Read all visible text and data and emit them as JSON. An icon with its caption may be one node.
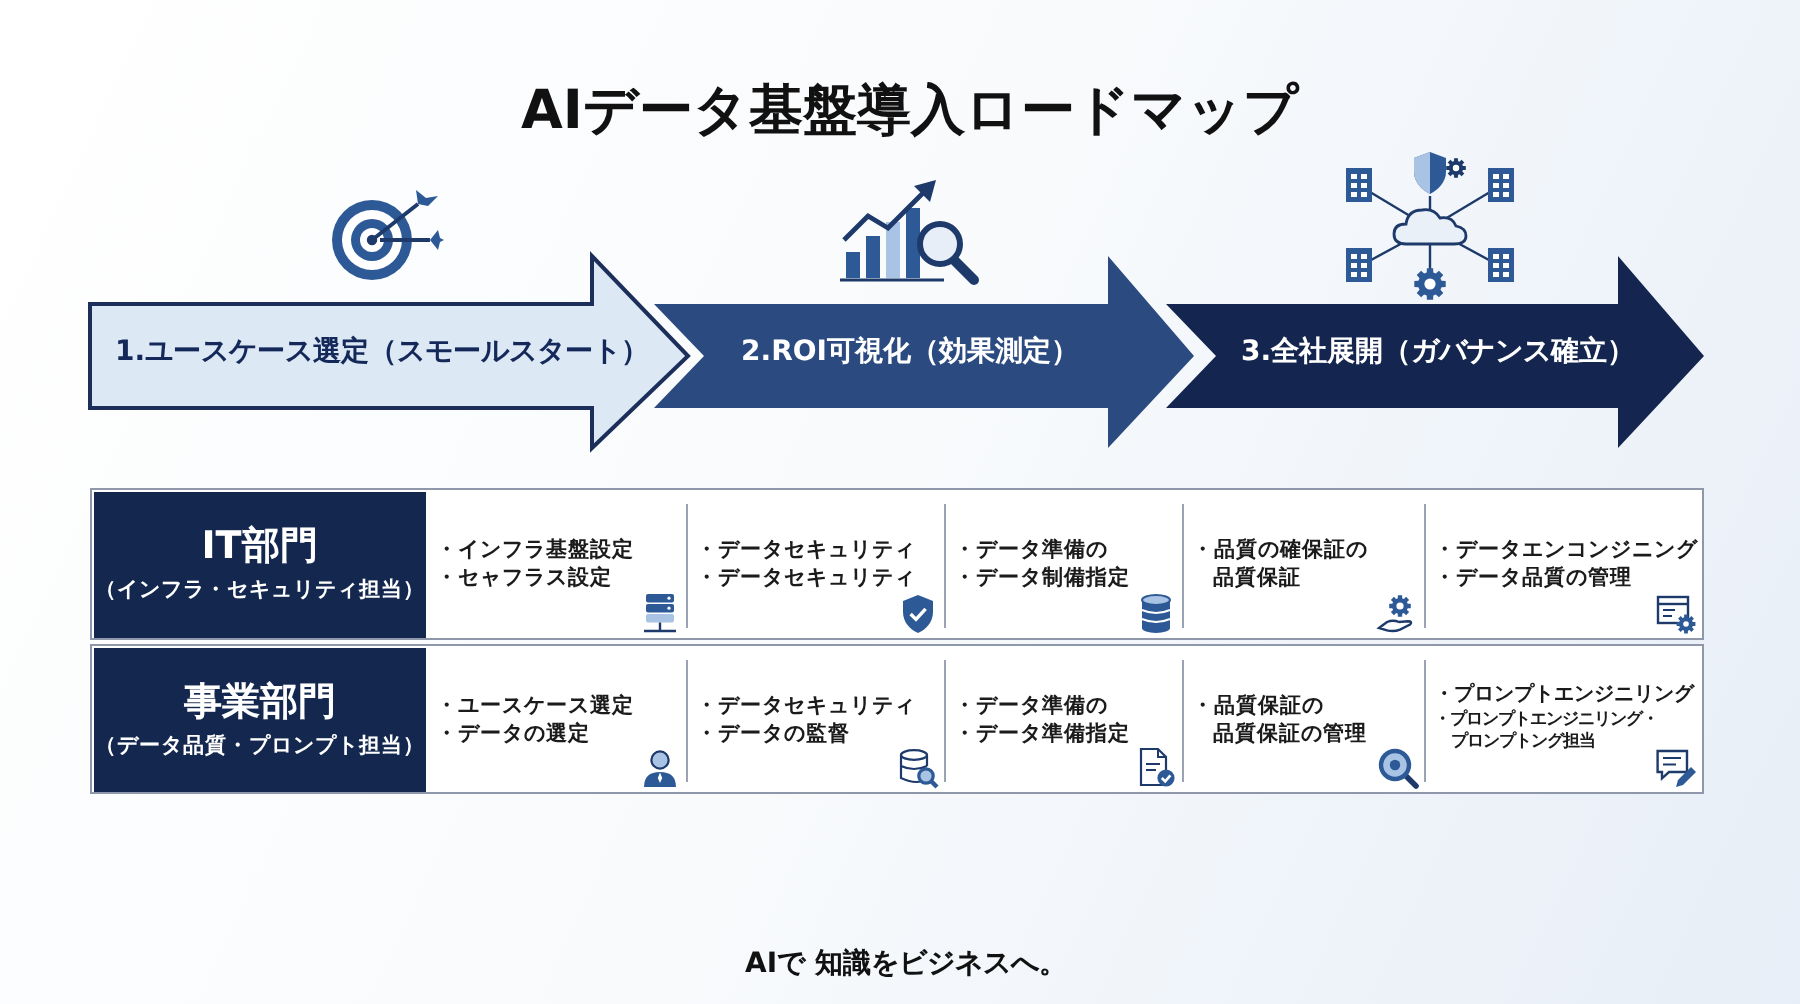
{
  "diagram": {
    "title": "AIデータ基盤導入ロードマップ",
    "nodes": [
      {
        "text": [
          "1.ユースケース選定（スモールスタート）"
        ]
      },
      {
        "text": [
          "2.ROI可視化（効果測定）"
        ]
      },
      {
        "text": [
          "3.全社展開（ガバナンス確立）"
        ]
      },
      {
        "text": [
          "IT部門",
          "（インフラ・セキュリティ担当）"
        ]
      },
      {
        "text": [
          "・インフラ基盤設定",
          "・セャフラス設定"
        ]
      },
      {
        "text": [
          "・データセキュリティ",
          "・データセキュリティ"
        ]
      },
      {
        "text": [
          "・データ準備の",
          "・データ制備指定"
        ]
      },
      {
        "text": [
          "・品質の確保証の",
          "品質保証"
        ]
      },
      {
        "text": [
          "・データエンコンジニング",
          "・データ品質の管理"
        ]
      },
      {
        "text": [
          "事業部門",
          "（データ品質・プロンプト担当）"
        ]
      },
      {
        "text": [
          "・ユースケース選定",
          "・データの選定"
        ]
      },
      {
        "text": [
          "・データセキュリティ",
          "・データの監督"
        ]
      },
      {
        "text": [
          "・データ準備の",
          "・データ準備指定"
        ]
      },
      {
        "text": [
          "・品質保証の",
          "品質保証の管理"
        ]
      },
      {
        "text": [
          "・プロンプトエンジニリング",
          "・プロンプトエンジニリング・",
          "プロンプトング担当"
        ]
      }
    ],
    "labels": [
      "AIで 知識をビジネスへ。"
    ]
  }
}
